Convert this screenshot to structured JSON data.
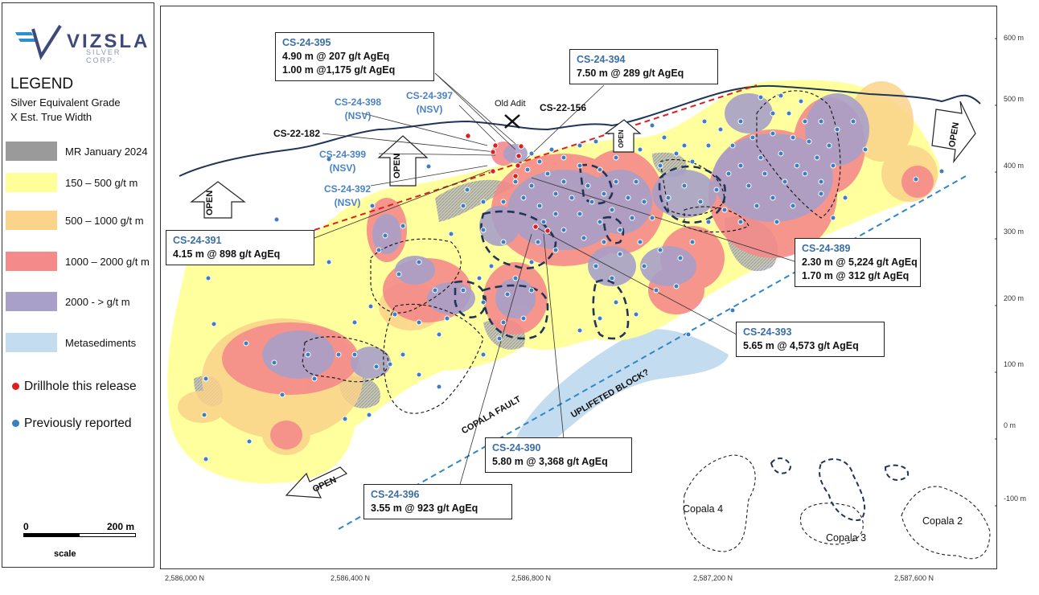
{
  "legend": {
    "company_name": "VIZSLA",
    "company_sub": "SILVER CORP.",
    "title": "LEGEND",
    "subtitle_1": "Silver Equivalent Grade",
    "subtitle_2": "X Est. True Width",
    "items": [
      {
        "label": "MR January 2024",
        "color": "#9a9a9a"
      },
      {
        "label": "150 – 500 g/t m",
        "color": "#ffff99"
      },
      {
        "label": "500 – 1000 g/t m",
        "color": "#fbd38a"
      },
      {
        "label": "1000 – 2000 g/t m",
        "color": "#f48a8a"
      },
      {
        "label": "2000 - > g/t m",
        "color": "#a8a0c8"
      },
      {
        "label": "Metasediments",
        "color": "#c3dcf0"
      }
    ],
    "drillhole_this_release": "Drillhole this release",
    "previously_reported": "Previously reported",
    "scale_start": "0",
    "scale_end": "200 m",
    "scale_label": "scale"
  },
  "colors": {
    "this_release": "#e01e1e",
    "previously_reported": "#3a7ec4",
    "fault": "#2f86c8",
    "trend": "#e01e1e",
    "topo": "#1e3558"
  },
  "map": {
    "y_ticks": [
      "600 m",
      "500 m",
      "400 m",
      "300 m",
      "200 m",
      "100 m",
      "0 m",
      "-100 m"
    ],
    "x_ticks": [
      "2,586,000 N",
      "2,586,400 N",
      "2,586,800 N",
      "2,587,200 N",
      "2,587,600 N"
    ],
    "open_label": "OPEN",
    "old_adit": "Old Adit",
    "copala_fault": "COPALA FAULT",
    "uplifted_block": "UPLIFETED BLOCK?",
    "copala_4": "Copala 4",
    "copala_3": "Copala 3",
    "copala_2": "Copala 2",
    "labels": {
      "cs22_182": "CS-22-182",
      "cs22_156": "CS-22-156",
      "cs24_398": "CS-24-398",
      "cs24_398_nsv": "(NSV)",
      "cs24_397": "CS-24-397",
      "cs24_397_nsv": "(NSV)",
      "cs24_399": "CS-24-399",
      "cs24_399_nsv": "(NSV)",
      "cs24_392": "CS-24-392",
      "cs24_392_nsv": "(NSV)"
    }
  },
  "callouts": {
    "c395": {
      "hole": "CS-24-395",
      "line1": "4.90 m @ 207 g/t AgEq",
      "line2": "1.00 m @1,175 g/t AgEq"
    },
    "c394": {
      "hole": "CS-24-394",
      "line1": "7.50 m @ 289 g/t AgEq"
    },
    "c391": {
      "hole": "CS-24-391",
      "line1": "4.15 m @ 898 g/t AgEq"
    },
    "c389": {
      "hole": "CS-24-389",
      "line1": "2.30 m @ 5,224 g/t AgEq",
      "line2": "1.70 m @ 312 g/t AgEq"
    },
    "c393": {
      "hole": "CS-24-393",
      "line1": "5.65 m @ 4,573 g/t AgEq"
    },
    "c390": {
      "hole": "CS-24-390",
      "line1": "5.80 m @ 3,368 g/t AgEq"
    },
    "c396": {
      "hole": "CS-24-396",
      "line1": "3.55 m @ 923 g/t AgEq"
    }
  }
}
